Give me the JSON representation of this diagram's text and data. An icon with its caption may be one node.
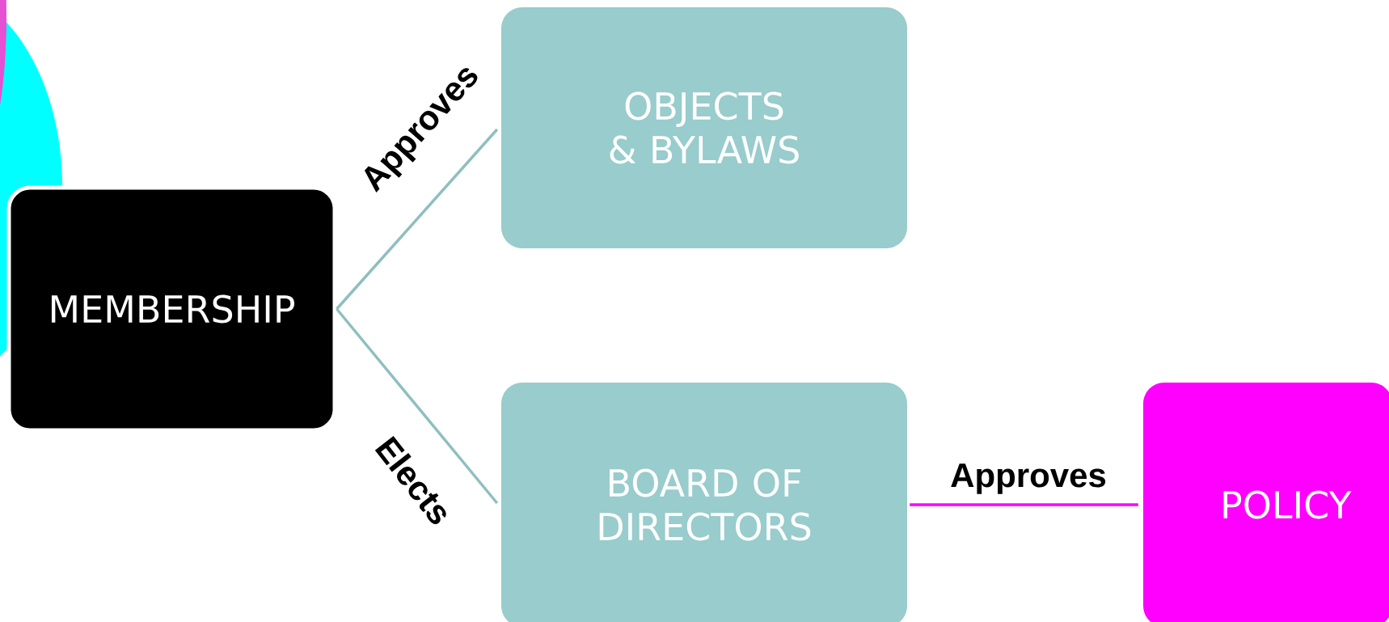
{
  "diagram": {
    "nodes": [
      {
        "text": [
          "MEMBERSHIP"
        ]
      },
      {
        "text": [
          "OBJECTS & BYLAWS"
        ]
      },
      {
        "text": [
          "BOARD OF DIRECTORS"
        ]
      },
      {
        "text": [
          "POLICY"
        ]
      }
    ],
    "edges": [
      {
        "from": 0,
        "to": 1,
        "arrow": "none",
        "label": "Approves"
      },
      {
        "from": 0,
        "to": 2,
        "arrow": "none",
        "label": "Elects"
      },
      {
        "from": 2,
        "to": 3,
        "arrow": "none",
        "label": "Approves",
        "color": "#ff00ff"
      }
    ]
  }
}
